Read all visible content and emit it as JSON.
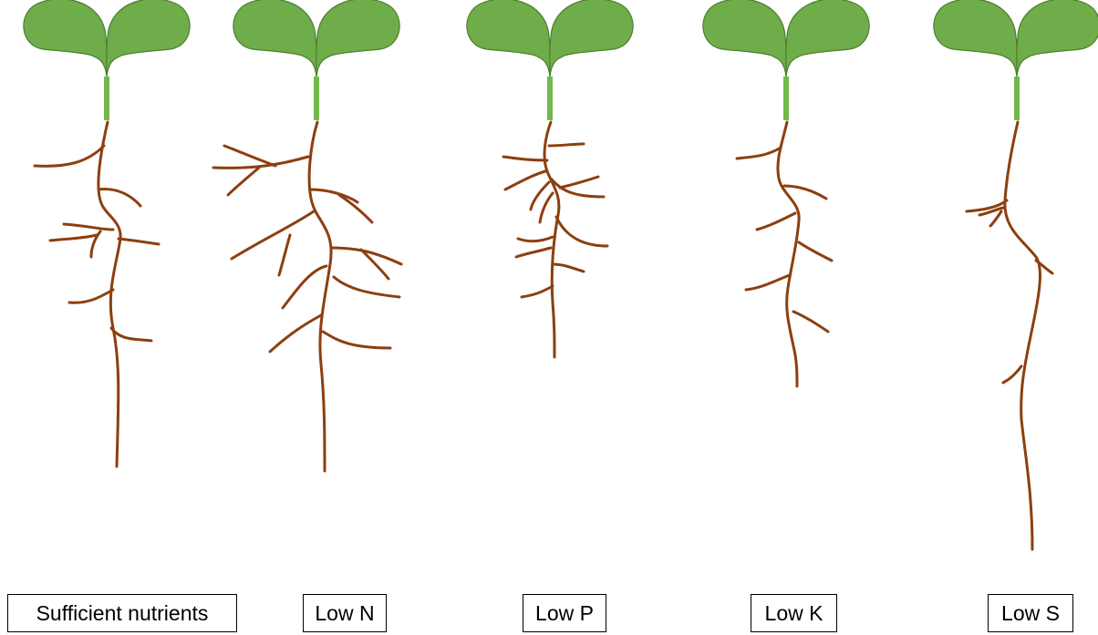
{
  "colors": {
    "leaf": "#6fac4a",
    "leaf_outline": "#4e7f2e",
    "stem": "#72b84a",
    "root": "#8c3f0f",
    "label_border": "#000000"
  },
  "panels": [
    {
      "id": "sufficient",
      "label": "Sufficient nutrients"
    },
    {
      "id": "low_n",
      "label": "Low N"
    },
    {
      "id": "low_p",
      "label": "Low P"
    },
    {
      "id": "low_k",
      "label": "Low K"
    },
    {
      "id": "low_s",
      "label": "Low S"
    }
  ]
}
